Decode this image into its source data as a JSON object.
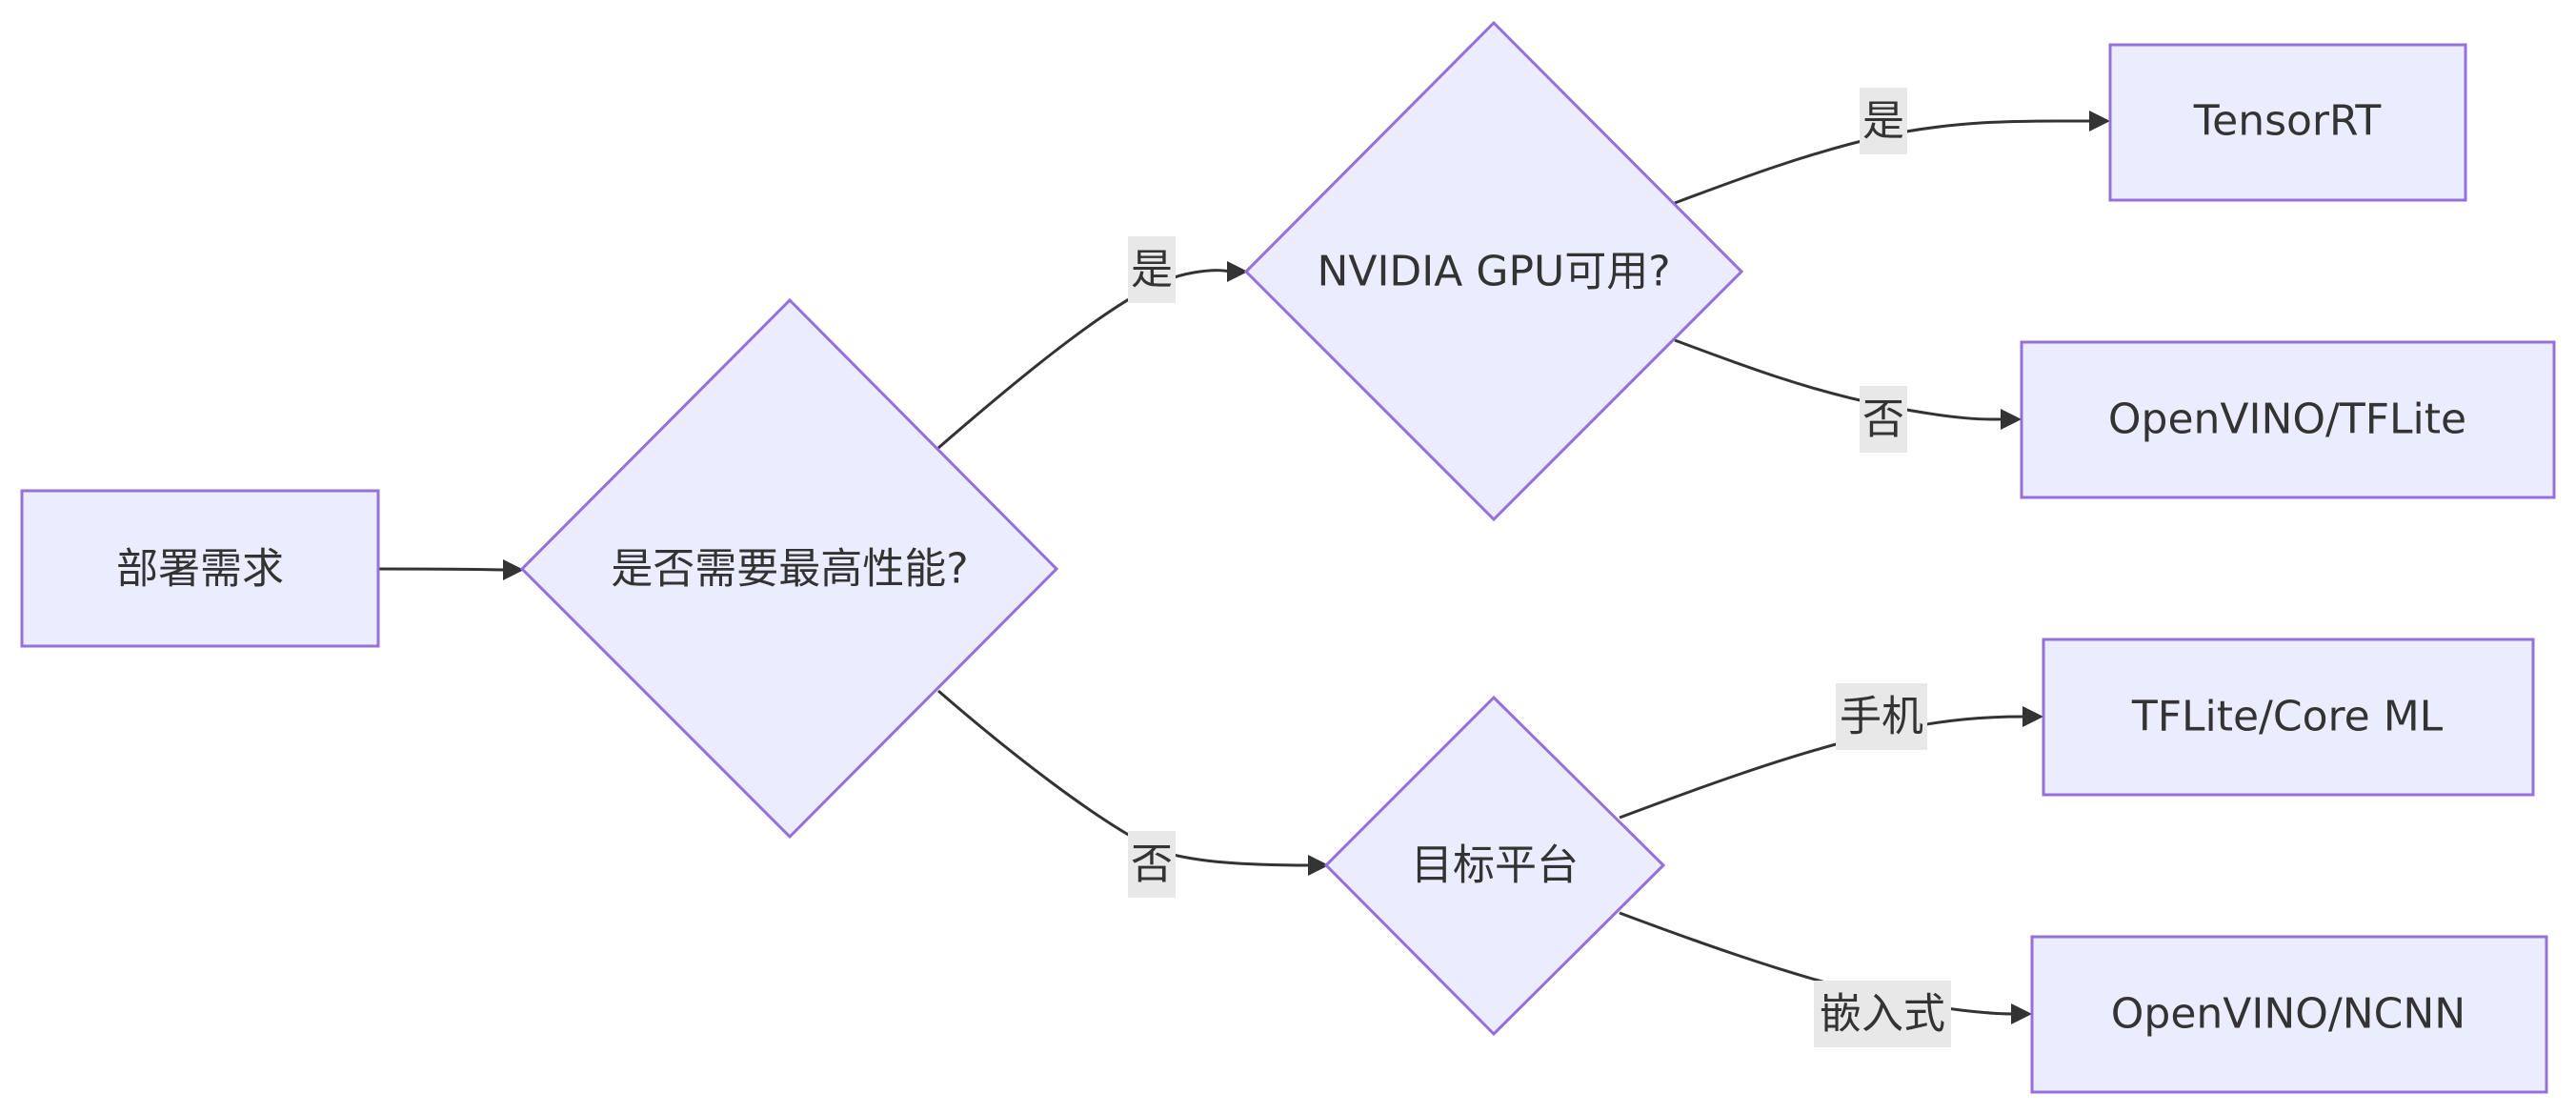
{
  "colors": {
    "node_fill": "#ececff",
    "node_stroke": "#9370db",
    "edge": "#333333",
    "label_bg": "#e8e8e8",
    "text": "#333333"
  },
  "nodes": {
    "start": {
      "label": "部署需求",
      "shape": "rect"
    },
    "perf_decision": {
      "label": "是否需要最高性能?",
      "shape": "diamond"
    },
    "gpu_decision": {
      "label": "NVIDIA GPU可用?",
      "shape": "diamond"
    },
    "platform_decision": {
      "label": "目标平台",
      "shape": "diamond"
    },
    "tensorrt": {
      "label": "TensorRT",
      "shape": "rect"
    },
    "openvino_tflite": {
      "label": "OpenVINO/TFLite",
      "shape": "rect"
    },
    "tflite_coreml": {
      "label": "TFLite/Core ML",
      "shape": "rect"
    },
    "openvino_ncnn": {
      "label": "OpenVINO/NCNN",
      "shape": "rect"
    }
  },
  "edges": {
    "start_to_perf": {
      "from": "start",
      "to": "perf_decision",
      "label": ""
    },
    "perf_yes": {
      "from": "perf_decision",
      "to": "gpu_decision",
      "label": "是"
    },
    "perf_no": {
      "from": "perf_decision",
      "to": "platform_decision",
      "label": "否"
    },
    "gpu_yes": {
      "from": "gpu_decision",
      "to": "tensorrt",
      "label": "是"
    },
    "gpu_no": {
      "from": "gpu_decision",
      "to": "openvino_tflite",
      "label": "否"
    },
    "platform_mobile": {
      "from": "platform_decision",
      "to": "tflite_coreml",
      "label": "手机"
    },
    "platform_embedded": {
      "from": "platform_decision",
      "to": "openvino_ncnn",
      "label": "嵌入式"
    }
  }
}
